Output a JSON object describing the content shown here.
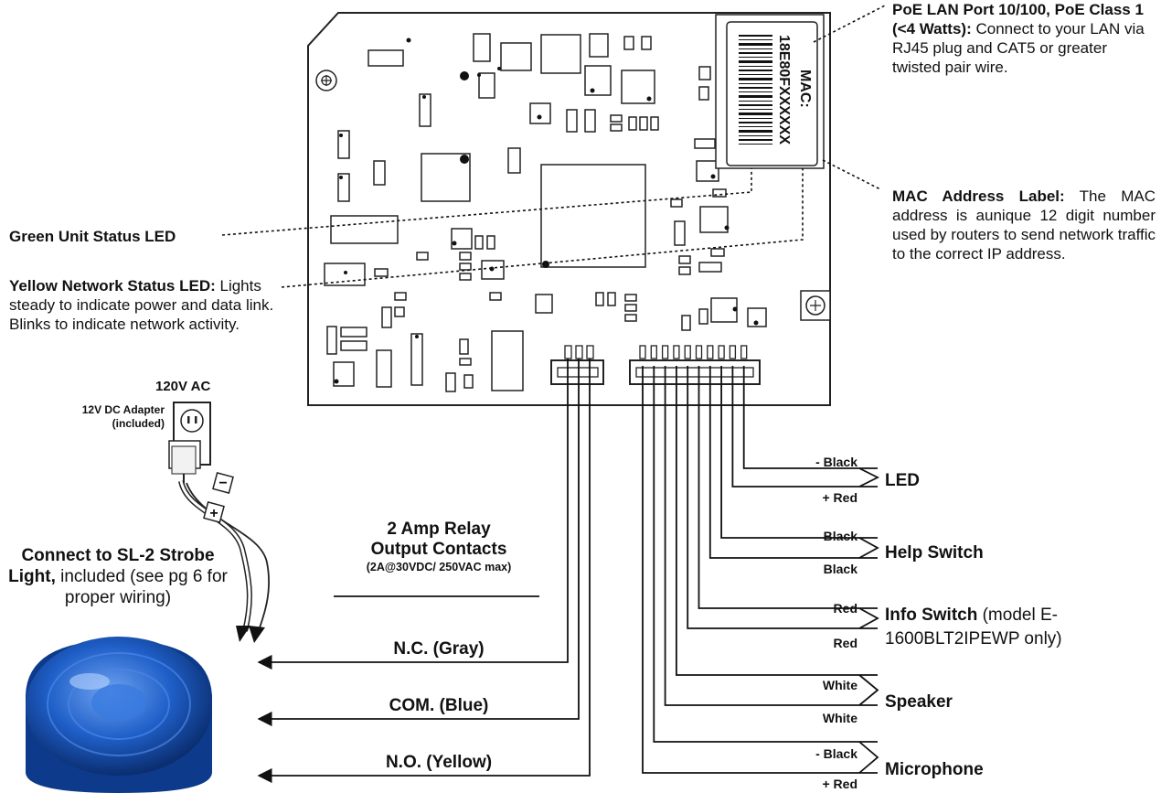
{
  "mac_label": {
    "title": "MAC:",
    "value": "18E80FXXXXXX"
  },
  "callouts": {
    "poe": {
      "bold": "PoE LAN Port 10/100, PoE Class 1 (<4 Watts):",
      "text": " Connect to your LAN via RJ45 plug and CAT5 or greater twisted pair wire."
    },
    "mac": {
      "bold": "MAC Address Label:",
      "text": " The MAC address is aunique 12 digit number used by routers to send network traffic to the correct IP address."
    },
    "green_led": {
      "bold": "Green Unit Status LED"
    },
    "yellow_led": {
      "bold": "Yellow Network Status LED:",
      "text": " Lights steady to indicate power and data link. Blinks to indicate network activity."
    }
  },
  "power": {
    "ac": "120V AC",
    "adapter": "12V DC Adapter (included)",
    "minus": "−",
    "plus": "+"
  },
  "strobe": {
    "bold": "Connect to SL-2 Strobe Light,",
    "text": " included (see pg 6 for proper wiring)"
  },
  "relay": {
    "title_line1": "2 Amp Relay",
    "title_line2": "Output Contacts",
    "rating": "(2A@30VDC/ 250VAC max)",
    "outputs": [
      "N.C. (Gray)",
      "COM. (Blue)",
      "N.O. (Yellow)"
    ]
  },
  "connector_wires": {
    "groups": [
      {
        "name": "LED",
        "top": "- Black",
        "bottom": "+ Red"
      },
      {
        "name": "Help Switch",
        "top": "Black",
        "bottom": "Black"
      },
      {
        "name": "Info Switch",
        "note": " (model E-1600BLT2IPEWP only)",
        "top": "Red",
        "bottom": "Red"
      },
      {
        "name": "Speaker",
        "top": "White",
        "bottom": "White"
      },
      {
        "name": "Microphone",
        "top": "- Black",
        "bottom": "+ Red"
      }
    ]
  },
  "colors": {
    "board_outline": "#222222",
    "strobe_blue": "#1f5fc8",
    "line": "#111111"
  }
}
